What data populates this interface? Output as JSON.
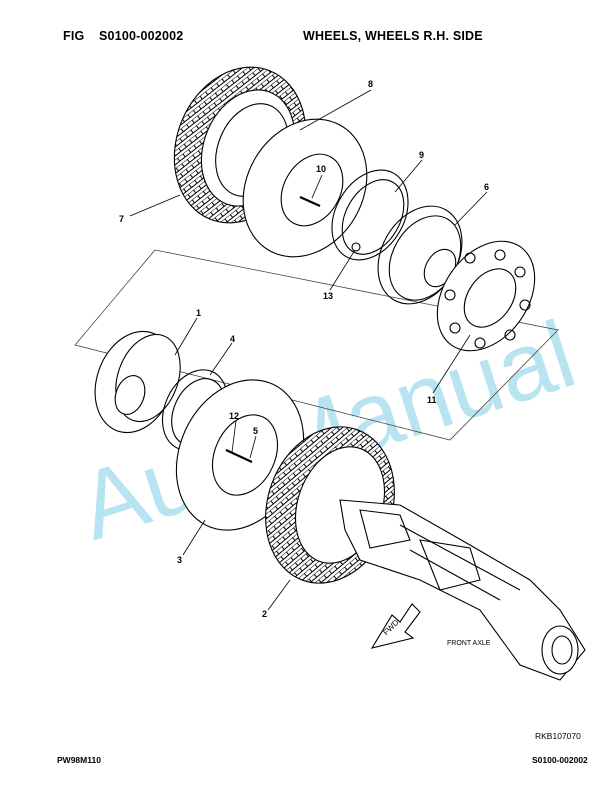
{
  "header": {
    "fig_label": "FIG",
    "fig_number": "S0100-002002",
    "title": "WHEELS, WHEELS R.H. SIDE"
  },
  "watermark": {
    "text": "AutoManual",
    "color": "#7fcfe6"
  },
  "callouts": [
    {
      "id": "c8",
      "label": "8"
    },
    {
      "id": "c9",
      "label": "9"
    },
    {
      "id": "c10",
      "label": "10"
    },
    {
      "id": "c6",
      "label": "6"
    },
    {
      "id": "c7",
      "label": "7"
    },
    {
      "id": "c13",
      "label": "13"
    },
    {
      "id": "c11",
      "label": "11"
    },
    {
      "id": "c1",
      "label": "1"
    },
    {
      "id": "c4",
      "label": "4"
    },
    {
      "id": "c12",
      "label": "12"
    },
    {
      "id": "c5",
      "label": "5"
    },
    {
      "id": "c3",
      "label": "3"
    },
    {
      "id": "c2",
      "label": "2"
    }
  ],
  "annotations": {
    "fwd": "FWD",
    "front_axle": "FRONT AXLE",
    "ref_code": "RKB107070"
  },
  "footer": {
    "left": "PW98M110",
    "right": "S0100-002002"
  }
}
